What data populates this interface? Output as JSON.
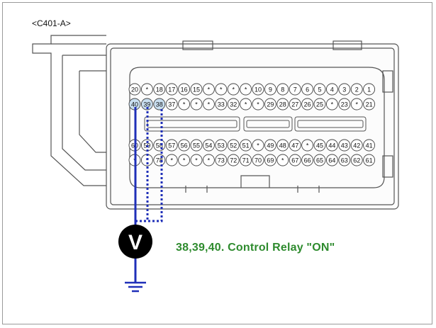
{
  "connector_label": "<C401-A>",
  "caption": "38,39,40. Control Relay \"ON\"",
  "meter_symbol": "V",
  "colors": {
    "wire_blue": "#1f2fb8",
    "caption_green": "#2e8b2e",
    "highlight_pins": "#c9dff0",
    "connector_line": "#555555"
  },
  "pins": {
    "row1": [
      "20",
      "*",
      "18",
      "17",
      "16",
      "15",
      "*",
      "*",
      "*",
      "*",
      "10",
      "9",
      "8",
      "7",
      "6",
      "5",
      "4",
      "3",
      "2",
      "1"
    ],
    "row2": [
      "40",
      "39",
      "38",
      "37",
      "*",
      "*",
      "*",
      "33",
      "32",
      "*",
      "*",
      "29",
      "28",
      "27",
      "26",
      "25",
      "*",
      "23",
      "*",
      "21"
    ],
    "row3": [
      "60",
      "59",
      "58",
      "57",
      "56",
      "55",
      "54",
      "53",
      "52",
      "51",
      "*",
      "49",
      "48",
      "47",
      "*",
      "45",
      "44",
      "43",
      "42",
      "41"
    ],
    "row4": [
      "*",
      "*",
      "78",
      "*",
      "*",
      "*",
      "*",
      "73",
      "72",
      "71",
      "70",
      "69",
      "*",
      "67",
      "66",
      "65",
      "64",
      "63",
      "62",
      "61"
    ]
  },
  "highlighted_pins": [
    "40",
    "39",
    "38"
  ]
}
